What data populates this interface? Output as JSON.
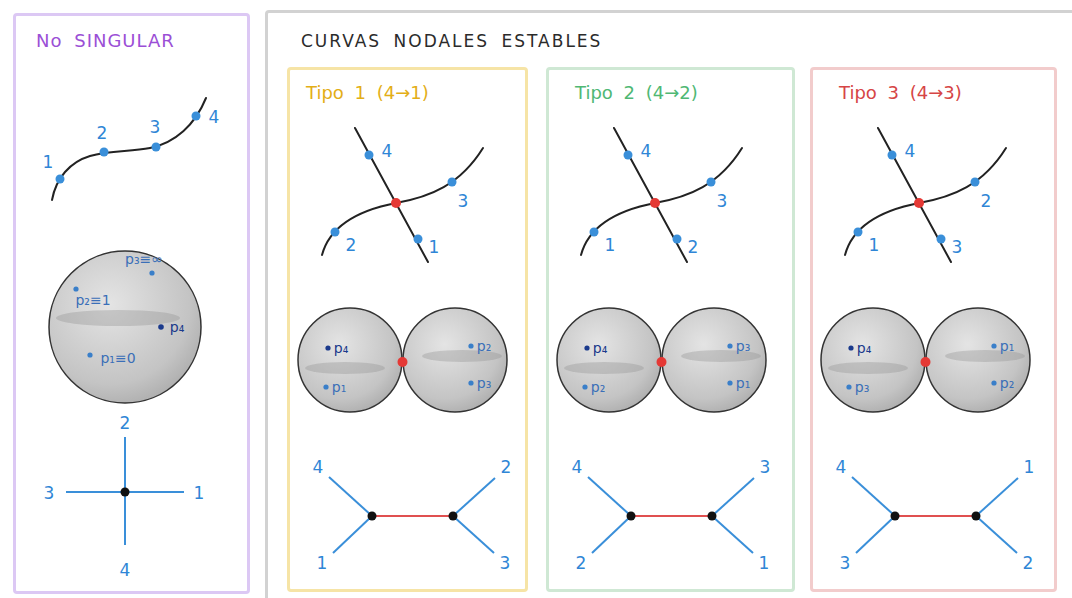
{
  "diagram": {
    "nodes": [
      {
        "text": [
          "No SINGULAR"
        ]
      },
      {
        "text": [
          "CURVAS NODALES ESTABLES"
        ]
      },
      {
        "text": [
          "Tipo 1 (4→1)"
        ],
        "in": 1
      },
      {
        "text": [
          "Tipo 2 (4→2)"
        ],
        "in": 1
      },
      {
        "text": [
          "Tipo 3 (4→3)"
        ],
        "in": 1
      }
    ],
    "labels": [
      "1",
      "2",
      "3",
      "4",
      "p₃≡∞",
      "p₂≡1",
      "p₄",
      "p₁≡0",
      "2",
      "3",
      "1",
      "4",
      "4",
      "3",
      "2",
      "1",
      "p₄",
      "p₁",
      "p₂",
      "p₃",
      "4",
      "1",
      "2",
      "3",
      "4",
      "3",
      "1",
      "2",
      "p₄",
      "p₂",
      "p₃",
      "p₁",
      "4",
      "2",
      "3",
      "1",
      "4",
      "2",
      "1",
      "3",
      "p₄",
      "p₃",
      "p₁",
      "p₂",
      "4",
      "3",
      "1",
      "2"
    ]
  }
}
